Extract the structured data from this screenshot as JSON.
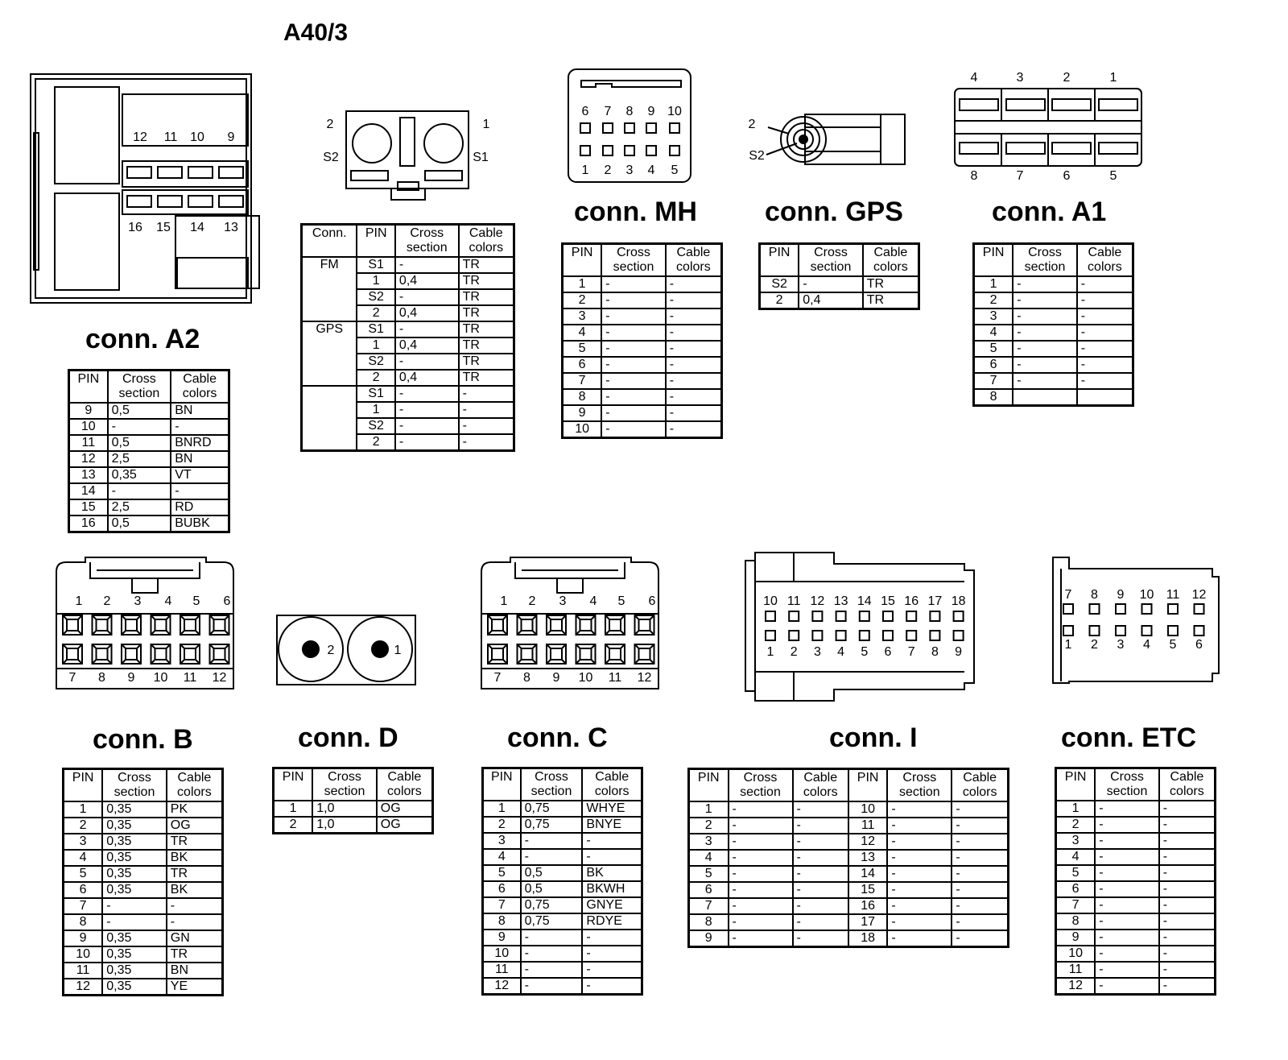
{
  "main_title": "A40/3",
  "headers": {
    "pin": "PIN",
    "cross": [
      "Cross",
      "section"
    ],
    "cable": [
      "Cable",
      "colors"
    ],
    "conn": "Conn."
  },
  "connectors": {
    "a2": {
      "title": "conn. A2",
      "pins_top": [
        "12",
        "11",
        "10",
        "9"
      ],
      "pins_bottom": [
        "16",
        "15",
        "14",
        "13"
      ],
      "rows": [
        [
          "9",
          "0,5",
          "BN"
        ],
        [
          "10",
          "-",
          "-"
        ],
        [
          "11",
          "0,5",
          "BNRD"
        ],
        [
          "12",
          "2,5",
          "BN"
        ],
        [
          "13",
          "0,35",
          "VT"
        ],
        [
          "14",
          "-",
          "-"
        ],
        [
          "15",
          "2,5",
          "RD"
        ],
        [
          "16",
          "0,5",
          "BUBK"
        ]
      ]
    },
    "antenna": {
      "labels": {
        "left_top": "2",
        "right_top": "1",
        "left_bottom": "S2",
        "right_bottom": "S1"
      },
      "groups": [
        {
          "conn": "FM",
          "rows": [
            [
              "S1",
              "-",
              "TR"
            ],
            [
              "1",
              "0,4",
              "TR"
            ],
            [
              "S2",
              "-",
              "TR"
            ],
            [
              "2",
              "0,4",
              "TR"
            ]
          ]
        },
        {
          "conn": "GPS",
          "rows": [
            [
              "S1",
              "-",
              "TR"
            ],
            [
              "1",
              "0,4",
              "TR"
            ],
            [
              "S2",
              "-",
              "TR"
            ],
            [
              "2",
              "0,4",
              "TR"
            ]
          ]
        },
        {
          "conn": "",
          "rows": [
            [
              "S1",
              "-",
              "-"
            ],
            [
              "1",
              "-",
              "-"
            ],
            [
              "S2",
              "-",
              "-"
            ],
            [
              "2",
              "-",
              "-"
            ]
          ]
        }
      ]
    },
    "mh": {
      "title": "conn. MH",
      "pins_top": [
        "6",
        "7",
        "8",
        "9",
        "10"
      ],
      "pins_bottom": [
        "1",
        "2",
        "3",
        "4",
        "5"
      ],
      "rows": [
        [
          "1",
          "-",
          "-"
        ],
        [
          "2",
          "-",
          "-"
        ],
        [
          "3",
          "-",
          "-"
        ],
        [
          "4",
          "-",
          "-"
        ],
        [
          "5",
          "-",
          "-"
        ],
        [
          "6",
          "-",
          "-"
        ],
        [
          "7",
          "-",
          "-"
        ],
        [
          "8",
          "-",
          "-"
        ],
        [
          "9",
          "-",
          "-"
        ],
        [
          "10",
          "-",
          "-"
        ]
      ]
    },
    "gps": {
      "title": "conn. GPS",
      "labels": [
        "2",
        "S2"
      ],
      "rows": [
        [
          "S2",
          "-",
          "TR"
        ],
        [
          "2",
          "0,4",
          "TR"
        ]
      ]
    },
    "a1": {
      "title": "conn. A1",
      "pins_top": [
        "4",
        "3",
        "2",
        "1"
      ],
      "pins_bottom": [
        "8",
        "7",
        "6",
        "5"
      ],
      "rows": [
        [
          "1",
          "-",
          "-"
        ],
        [
          "2",
          "-",
          "-"
        ],
        [
          "3",
          "-",
          "-"
        ],
        [
          "4",
          "-",
          "-"
        ],
        [
          "5",
          "-",
          "-"
        ],
        [
          "6",
          "-",
          "-"
        ],
        [
          "7",
          "-",
          "-"
        ],
        [
          "8",
          "",
          ""
        ]
      ]
    },
    "b": {
      "title": "conn. B",
      "pins_top": [
        "1",
        "2",
        "3",
        "4",
        "5",
        "6"
      ],
      "pins_bottom": [
        "7",
        "8",
        "9",
        "10",
        "11",
        "12"
      ],
      "rows": [
        [
          "1",
          "0,35",
          "PK"
        ],
        [
          "2",
          "0,35",
          "OG"
        ],
        [
          "3",
          "0,35",
          "TR"
        ],
        [
          "4",
          "0,35",
          "BK"
        ],
        [
          "5",
          "0,35",
          "TR"
        ],
        [
          "6",
          "0,35",
          "BK"
        ],
        [
          "7",
          "-",
          "-"
        ],
        [
          "8",
          "-",
          "-"
        ],
        [
          "9",
          "0,35",
          "GN"
        ],
        [
          "10",
          "0,35",
          "TR"
        ],
        [
          "11",
          "0,35",
          "BN"
        ],
        [
          "12",
          "0,35",
          "YE"
        ]
      ]
    },
    "d": {
      "title": "conn. D",
      "pins": [
        "2",
        "1"
      ],
      "rows": [
        [
          "1",
          "1,0",
          "OG"
        ],
        [
          "2",
          "1,0",
          "OG"
        ]
      ]
    },
    "c": {
      "title": "conn. C",
      "pins_top": [
        "1",
        "2",
        "3",
        "4",
        "5",
        "6"
      ],
      "pins_bottom": [
        "7",
        "8",
        "9",
        "10",
        "11",
        "12"
      ],
      "rows": [
        [
          "1",
          "0,75",
          "WHYE"
        ],
        [
          "2",
          "0,75",
          "BNYE"
        ],
        [
          "3",
          "-",
          "-"
        ],
        [
          "4",
          "-",
          "-"
        ],
        [
          "5",
          "0,5",
          "BK"
        ],
        [
          "6",
          "0,5",
          "BKWH"
        ],
        [
          "7",
          "0,75",
          "GNYE"
        ],
        [
          "8",
          "0,75",
          "RDYE"
        ],
        [
          "9",
          "-",
          "-"
        ],
        [
          "10",
          "-",
          "-"
        ],
        [
          "11",
          "-",
          "-"
        ],
        [
          "12",
          "-",
          "-"
        ]
      ]
    },
    "i": {
      "title": "conn. I",
      "pins_top": [
        "10",
        "11",
        "12",
        "13",
        "14",
        "15",
        "16",
        "17",
        "18"
      ],
      "pins_bottom": [
        "1",
        "2",
        "3",
        "4",
        "5",
        "6",
        "7",
        "8",
        "9"
      ],
      "rows": [
        [
          "1",
          "-",
          "-",
          "10",
          "-",
          "-"
        ],
        [
          "2",
          "-",
          "-",
          "11",
          "-",
          "-"
        ],
        [
          "3",
          "-",
          "-",
          "12",
          "-",
          "-"
        ],
        [
          "4",
          "-",
          "-",
          "13",
          "-",
          "-"
        ],
        [
          "5",
          "-",
          "-",
          "14",
          "-",
          "-"
        ],
        [
          "6",
          "-",
          "-",
          "15",
          "-",
          "-"
        ],
        [
          "7",
          "-",
          "-",
          "16",
          "-",
          "-"
        ],
        [
          "8",
          "-",
          "-",
          "17",
          "-",
          "-"
        ],
        [
          "9",
          "-",
          "-",
          "18",
          "-",
          "-"
        ]
      ]
    },
    "etc": {
      "title": "conn. ETC",
      "pins_top": [
        "7",
        "8",
        "9",
        "10",
        "11",
        "12"
      ],
      "pins_bottom": [
        "1",
        "2",
        "3",
        "4",
        "5",
        "6"
      ],
      "rows": [
        [
          "1",
          "-",
          "-"
        ],
        [
          "2",
          "-",
          "-"
        ],
        [
          "3",
          "-",
          "-"
        ],
        [
          "4",
          "-",
          "-"
        ],
        [
          "5",
          "-",
          "-"
        ],
        [
          "6",
          "-",
          "-"
        ],
        [
          "7",
          "-",
          "-"
        ],
        [
          "8",
          "-",
          "-"
        ],
        [
          "9",
          "-",
          "-"
        ],
        [
          "10",
          "-",
          "-"
        ],
        [
          "11",
          "-",
          "-"
        ],
        [
          "12",
          "-",
          "-"
        ]
      ]
    }
  }
}
